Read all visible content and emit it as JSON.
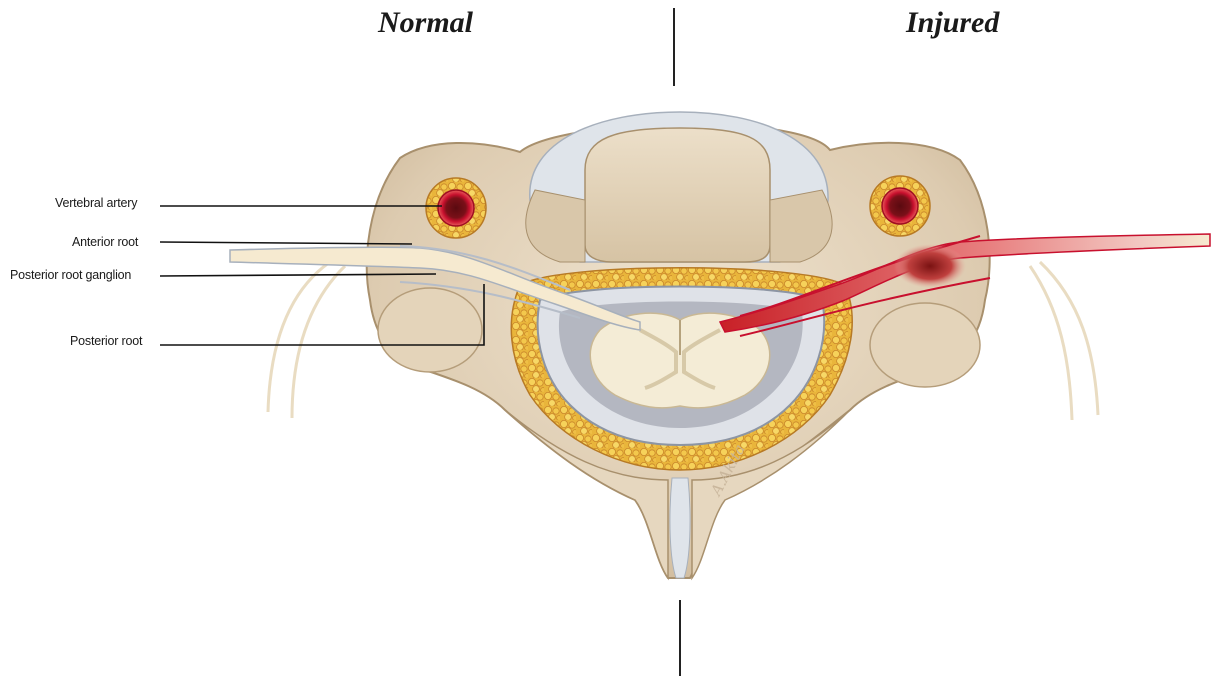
{
  "headings": {
    "left": "Normal",
    "right": "Injured"
  },
  "labels": {
    "vertebral_artery": "Vertebral artery",
    "anterior_root": "Anterior root",
    "posterior_root_ganglion": "Posterior root ganglion",
    "posterior_root": "Posterior root"
  },
  "artist_signature": "A.Akita",
  "colors": {
    "bone": "#e3d4bc",
    "bone_shadow": "#c7b293",
    "dura": "#dfe4ea",
    "epidural_fat": "#e8b43a",
    "spinal_cord": "#f4ecd6",
    "nerve": "#f6ead0",
    "artery_wall": "#c8102e",
    "injury_red": "#d0282e"
  }
}
